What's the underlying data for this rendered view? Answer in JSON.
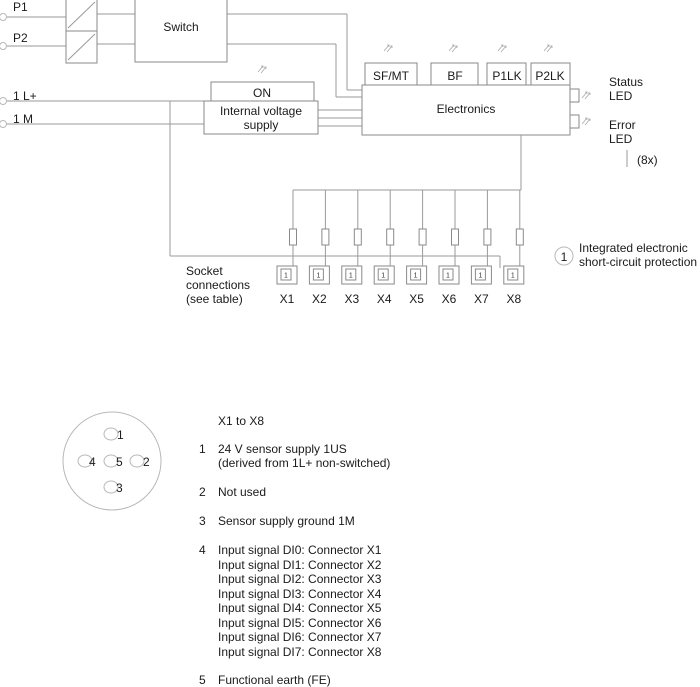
{
  "inputs": {
    "p1": "P1",
    "p2": "P2",
    "l_plus": "1 L+",
    "m": "1 M"
  },
  "switch_label": "Switch",
  "on_label": "ON",
  "ivs_line1": "Internal voltage",
  "ivs_line2": "supply",
  "electronics_label": "Electronics",
  "leds": {
    "sf": "SF/MT",
    "bf": "BF",
    "p1lk": "P1LK",
    "p2lk": "P2LK"
  },
  "status_led": {
    "line1": "Status",
    "line2": "LED"
  },
  "error_led": {
    "line1": "Error",
    "line2": "LED"
  },
  "multiplier": "(8x)",
  "protection": {
    "num": "1",
    "line1": "Integrated electronic",
    "line2": "short-circuit protection"
  },
  "socket_label": {
    "line1": "Socket",
    "line2": "connections",
    "line3": "(see table)"
  },
  "fuse_num": "1",
  "sockets": [
    "X1",
    "X2",
    "X3",
    "X4",
    "X5",
    "X6",
    "X7",
    "X8"
  ],
  "connector_pins": [
    "1",
    "4",
    "5",
    "2",
    "3"
  ],
  "pin_table": {
    "heading": "X1 to X8",
    "rows": [
      {
        "num": "1",
        "lines": [
          "24 V sensor supply 1US",
          "(derived from 1L+ non-switched)"
        ]
      },
      {
        "num": "2",
        "lines": [
          "Not used"
        ]
      },
      {
        "num": "3",
        "lines": [
          "Sensor supply ground 1M"
        ]
      },
      {
        "num": "4",
        "lines": [
          "Input signal DI0: Connector X1",
          "Input signal DI1: Connector X2",
          "Input signal DI2: Connector X3",
          "Input signal DI3: Connector X4",
          "Input signal DI4: Connector X5",
          "Input signal DI5: Connector X6",
          "Input signal DI6: Connector X7",
          "Input signal DI7: Connector X8"
        ]
      },
      {
        "num": "5",
        "lines": [
          "Functional earth (FE)"
        ]
      }
    ]
  }
}
